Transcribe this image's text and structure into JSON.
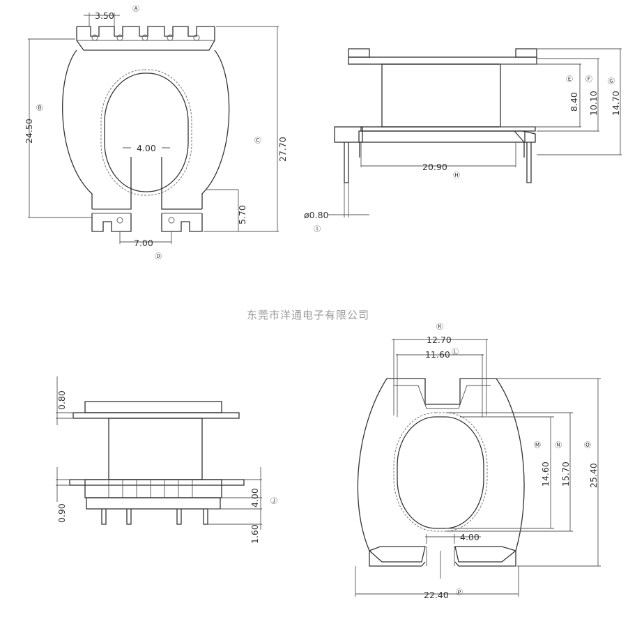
{
  "company": "东莞市洋通电子有限公司",
  "markers": {
    "A": "Ⓐ",
    "B": "Ⓑ",
    "C": "Ⓒ",
    "D": "Ⓓ",
    "E": "Ⓔ",
    "F": "Ⓕ",
    "G": "Ⓖ",
    "H": "Ⓗ",
    "I": "Ⓘ",
    "J": "Ⓙ",
    "K": "Ⓚ",
    "L": "Ⓛ",
    "M": "Ⓜ",
    "N": "Ⓝ",
    "O": "Ⓞ",
    "P": "Ⓟ"
  },
  "dims": {
    "A": "3.50",
    "B": "24.50",
    "C": "27.70",
    "D": "7.00",
    "slot_top": "4.00",
    "foot_h": "5.70",
    "E": "8.40",
    "F": "10.10",
    "G": "14.70",
    "H": "20.90",
    "I": "ø0.80",
    "flange_top": "0.80",
    "flange_bot": "0.90",
    "J": "4.00",
    "pin": "1.60",
    "K": "12.70",
    "L": "11.60",
    "M": "14.60",
    "N": "15.70",
    "O": "25.40",
    "slot_bot": "4.00",
    "P": "22.40"
  }
}
